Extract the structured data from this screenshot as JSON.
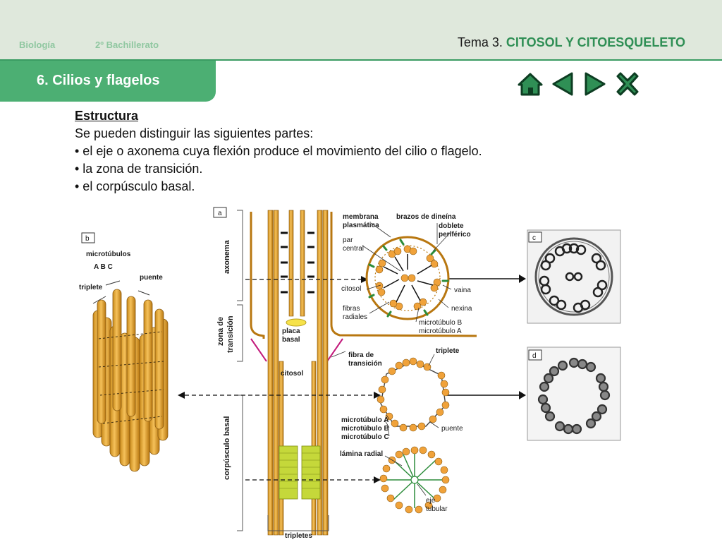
{
  "header": {
    "subject": "Biología",
    "course": "2º Bachillerato",
    "topic_prefix": "Tema 3.",
    "topic_title": "CITOSOL Y CITOESQUELETO"
  },
  "section": {
    "title": "6. Cilios y flagelos"
  },
  "nav": {
    "home_icon": "home-icon",
    "prev_icon": "triangle-left-icon",
    "next_icon": "triangle-right-icon",
    "close_icon": "x-close-icon"
  },
  "content": {
    "heading": "Estructura",
    "intro": "Se pueden distinguir las siguientes partes:",
    "bullets": [
      "• el eje o axonema cuya flexión produce el movimiento del cilio o flagelo.",
      "• la zona de transición.",
      "• el corpúsculo basal."
    ]
  },
  "diagram": {
    "panels": {
      "a": "a",
      "b": "b",
      "c": "c",
      "d": "d"
    },
    "labels": {
      "microtubulos": "microtúbulos",
      "abc": "A   B   C",
      "triplete": "triplete",
      "puente": "puente",
      "axonema": "axonema",
      "zona1": "zona de",
      "zona2": "transición",
      "corpusculo": "corpúsculo basal",
      "membrana1": "membrana",
      "membrana2": "plasmática",
      "par1": "par",
      "par2": "central",
      "citosol": "citosol",
      "fibras1": "fibras",
      "fibras2": "radiales",
      "placa1": "placa",
      "placa2": "basal",
      "brazos": "brazos de dineína",
      "doblete1": "doblete",
      "doblete2": "periférico",
      "vaina": "vaina",
      "nexina": "nexina",
      "mtB": "microtúbulo  B",
      "mtA": "microtúbulo  A",
      "fibra1": "fibra de",
      "fibra2": "transición",
      "citosol2": "citosol",
      "triplete2": "triplete",
      "mA": "microtúbulo A",
      "mB": "microtúbulo B",
      "mC": "microtúbulo C",
      "puente2": "puente",
      "lamina": "lámina radial",
      "eje1": "eje",
      "eje2": "tubular",
      "tripletes": "tripletes"
    }
  }
}
